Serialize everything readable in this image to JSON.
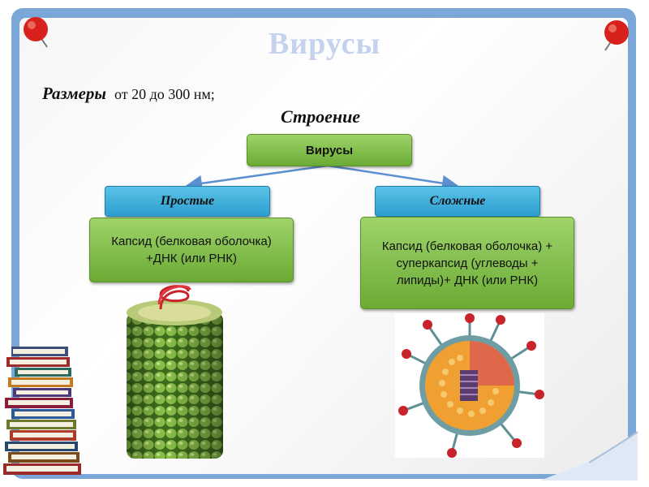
{
  "title": "Вирусы",
  "sizes": {
    "label": "Размеры",
    "value": "от 20 до 300 нм;"
  },
  "structure_heading": "Строение",
  "diagram": {
    "root": "Вирусы",
    "branches": [
      {
        "header": "Простые",
        "description": "Капсид (белковая оболочка) +ДНК (или РНК)"
      },
      {
        "header": "Сложные",
        "description": "Капсид (белковая оболочка) + суперкапсид (углеводы + липиды)+ ДНК (или РНК)"
      }
    ]
  },
  "colors": {
    "frame": "#7aa6d8",
    "green_box": "#7dbb45",
    "blue_box": "#3bb0dc",
    "title": "#c4d2ee",
    "pin": "#d8201c"
  },
  "icons": [
    "red-pushpin-icon",
    "book-stack-icon",
    "simple-virus-illustration",
    "complex-virus-illustration"
  ]
}
